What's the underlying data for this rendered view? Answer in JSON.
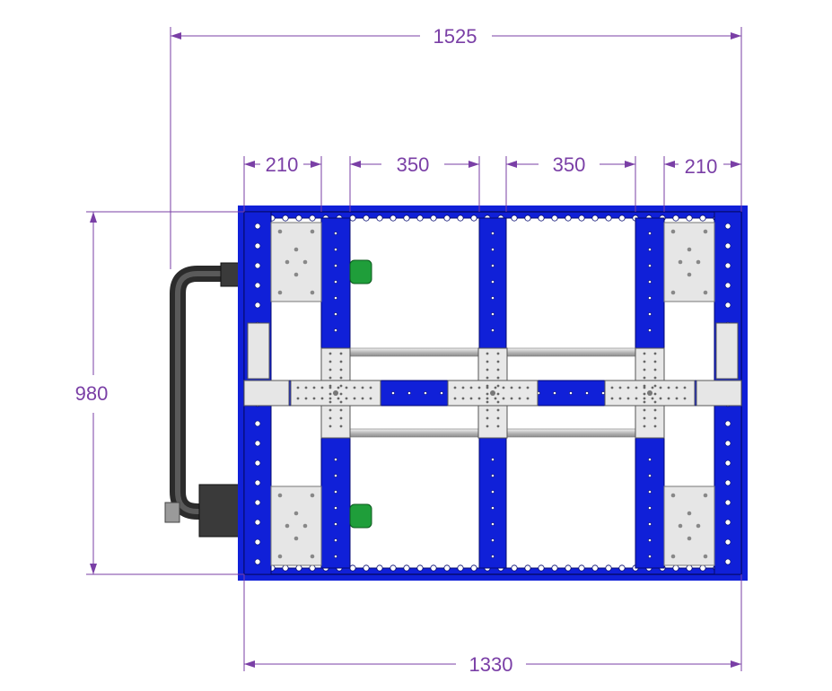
{
  "dimensions": {
    "overall_length": "1525",
    "frame_length": "1330",
    "width": "980",
    "top_segments": [
      "210",
      "350",
      "350",
      "210"
    ]
  },
  "colors": {
    "frame_blue": "#1020d8",
    "dimension_purple": "#7a3fa6",
    "plate_grey": "#e6e6e6",
    "handle_black": "#3a3a3a",
    "wheel_green": "#1f9e3a",
    "rod_grey": "#c8c8c8"
  }
}
